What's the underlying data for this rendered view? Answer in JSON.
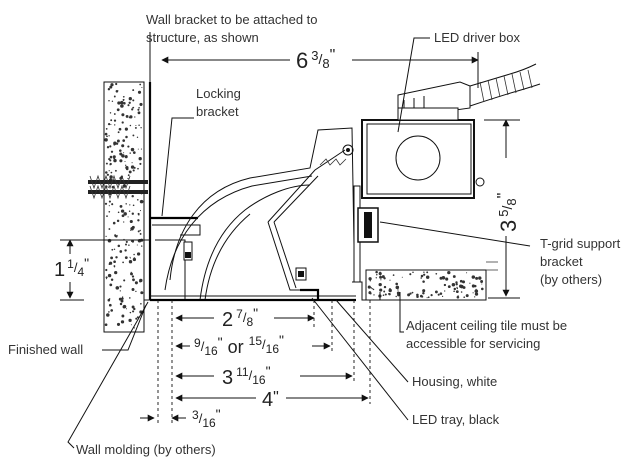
{
  "labels": {
    "wall_bracket_line1": "Wall bracket to be attached to",
    "wall_bracket_line2": "structure, as shown",
    "led_driver_box": "LED driver box",
    "locking_line1": "Locking",
    "locking_line2": "bracket",
    "tgrid_line1": "T-grid support",
    "tgrid_line2": "bracket",
    "tgrid_line3": "(by others)",
    "ceiling_line1": "Adjacent ceiling tile must be",
    "ceiling_line2": "accessible for servicing",
    "finished_wall": "Finished wall",
    "housing": "Housing, white",
    "led_tray": "LED tray, black",
    "wall_molding": "Wall molding (by others)"
  },
  "dimensions": {
    "overall_width": {
      "whole": "6",
      "num": "3",
      "den": "8"
    },
    "height": {
      "whole": "3",
      "num": "5",
      "den": "8"
    },
    "aperture_height": {
      "whole": "1",
      "num": "1",
      "den": "4"
    },
    "opening": {
      "whole": "2",
      "num": "7",
      "den": "8"
    },
    "offset_a": {
      "num": "9",
      "den": "16"
    },
    "offset_or": "or",
    "offset_b": {
      "num": "15",
      "den": "16"
    },
    "depth_a": {
      "whole": "3",
      "num": "11",
      "den": "16"
    },
    "depth_b": {
      "whole": "4",
      "num": "",
      "den": ""
    },
    "molding": {
      "num": "3",
      "den": "16"
    },
    "inch_mark": "\""
  },
  "colors": {
    "line": "#111111",
    "texture": "#333333",
    "background": "#ffffff"
  }
}
